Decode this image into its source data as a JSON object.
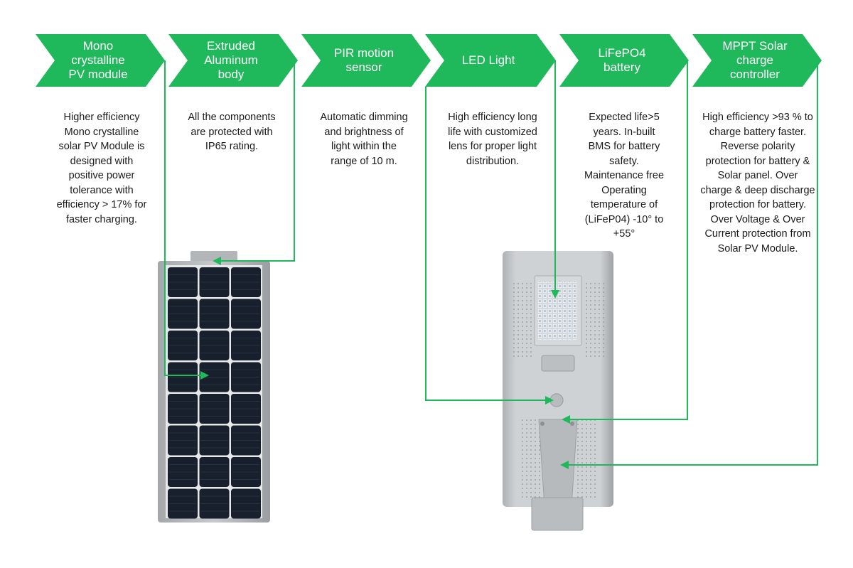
{
  "colors": {
    "accent": "#1fb85a",
    "text": "#1a1a1a",
    "panel_cell": "#17202c",
    "frame": "#b4b7ba",
    "housing": "#c4c7ca"
  },
  "features": [
    {
      "title": "Mono\ncrystalline\nPV module",
      "description": "Higher efficiency\nMono crystalline\nsolar PV Module is\ndesigned with\npositive power\ntolerance with\nefficiency > 17% for\nfaster charging."
    },
    {
      "title": "Extruded\nAluminum\nbody",
      "description": "All the components\nare protected with\nIP65 rating."
    },
    {
      "title": "PIR motion\nsensor",
      "description": "Automatic dimming\nand brightness of\nlight within the\nrange of 10 m."
    },
    {
      "title": "LED Light",
      "description": "High efficiency long\nlife with customized\nlens for proper light\ndistribution."
    },
    {
      "title": "LiFePO4\nbattery",
      "description": "Expected life>5\nyears. In-built\nBMS for battery\nsafety.\nMaintenance free\nOperating\ntemperature of\n(LiFeP04) -10° to\n+55°"
    },
    {
      "title": "MPPT Solar\ncharge\ncontroller",
      "description": "High efficiency >93 % to\ncharge battery faster.\nReverse polarity\nprotection for battery &\nSolar panel. Over\ncharge & deep discharge\nprotection for battery.\nOver Voltage & Over\nCurrent protection from\nSolar PV Module."
    }
  ]
}
